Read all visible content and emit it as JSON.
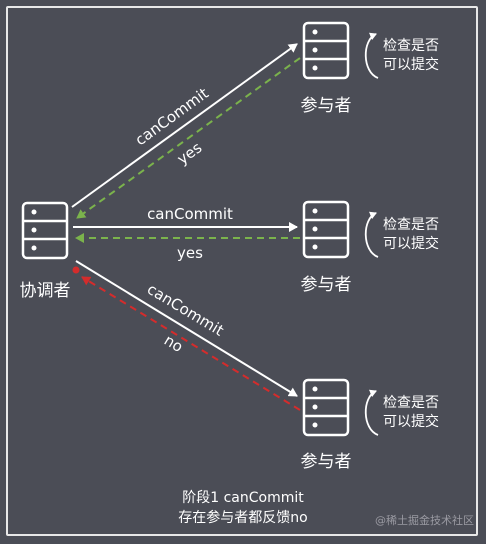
{
  "coordinator": {
    "label": "协调者"
  },
  "participants": [
    {
      "label": "参与者",
      "check_line1": "检查是否",
      "check_line2": "可以提交"
    },
    {
      "label": "参与者",
      "check_line1": "检查是否",
      "check_line2": "可以提交"
    },
    {
      "label": "参与者",
      "check_line1": "检查是否",
      "check_line2": "可以提交"
    }
  ],
  "messages": [
    {
      "request": "canCommit",
      "response": "yes",
      "response_color": "#7bb34c"
    },
    {
      "request": "canCommit",
      "response": "yes",
      "response_color": "#7bb34c"
    },
    {
      "request": "canCommit",
      "response": "no",
      "response_color": "#d42c2c"
    }
  ],
  "caption": {
    "line1": "阶段1 canCommit",
    "line2": "存在参与者都反馈no"
  },
  "watermark": "@稀土掘金技术社区",
  "colors": {
    "background": "#4b4d56",
    "foreground": "#ffffff",
    "yes": "#7bb34c",
    "no": "#d42c2c"
  }
}
